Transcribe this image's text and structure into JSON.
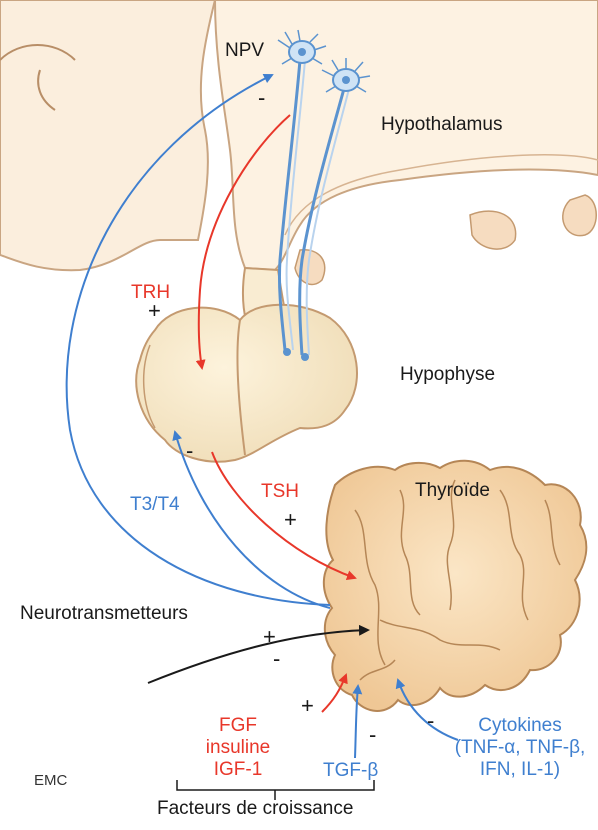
{
  "labels": {
    "npv": "NPV",
    "hypothalamus": "Hypothalamus",
    "hypophyse": "Hypophyse",
    "thyroide": "Thyroïde",
    "neurotransmetteurs": "Neurotransmetteurs",
    "trh": "TRH",
    "tsh": "TSH",
    "t3t4": "T3/T4",
    "fgf": "FGF",
    "insuline": "insuline",
    "igf1": "IGF-1",
    "tgfb": "TGF-β",
    "cytokines": "Cytokines",
    "cytokines_list_1": "(TNF-α, TNF-β,",
    "cytokines_list_2": "IFN, IL-1)",
    "facteurs": "Facteurs de croissance",
    "emc": "EMC"
  },
  "signs": {
    "npv_minus": "-",
    "trh_plus": "+",
    "hypophyse_minus": "-",
    "tsh_plus": "+",
    "neuro_plus": "+",
    "neuro_minus": "-",
    "fgf_plus": "+",
    "tgfb_minus": "-",
    "cytokines_minus": "-"
  },
  "colors": {
    "stimulation": "#e8372a",
    "inhibition": "#3f7fcf",
    "neutral": "#1a1a1a",
    "tissue_fill": "#f8e8d2",
    "tissue_stroke": "#c49a70",
    "thyroid_fill": "#f5d7ad",
    "neuron": "#5b93cf"
  }
}
